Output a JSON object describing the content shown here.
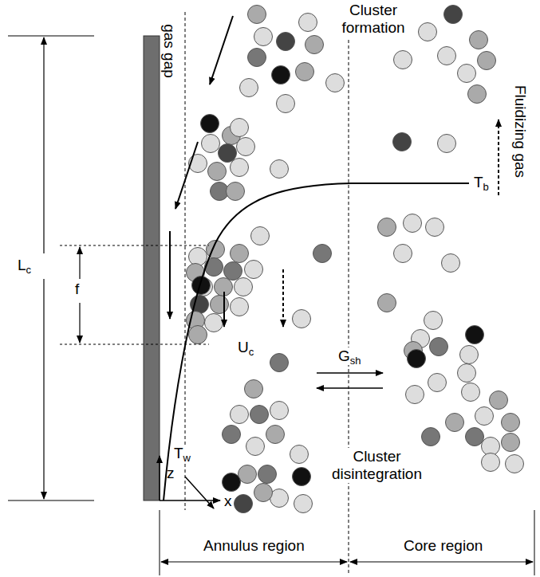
{
  "diagram": {
    "labels": [
      "Cluster formation",
      "gas gap",
      "Tb",
      "Fluidizing gas",
      "Lc",
      "f",
      "Uc",
      "Gsh",
      "Tw",
      "z",
      "x",
      "Cluster disintegration",
      "Annulus region",
      "Core region"
    ]
  }
}
